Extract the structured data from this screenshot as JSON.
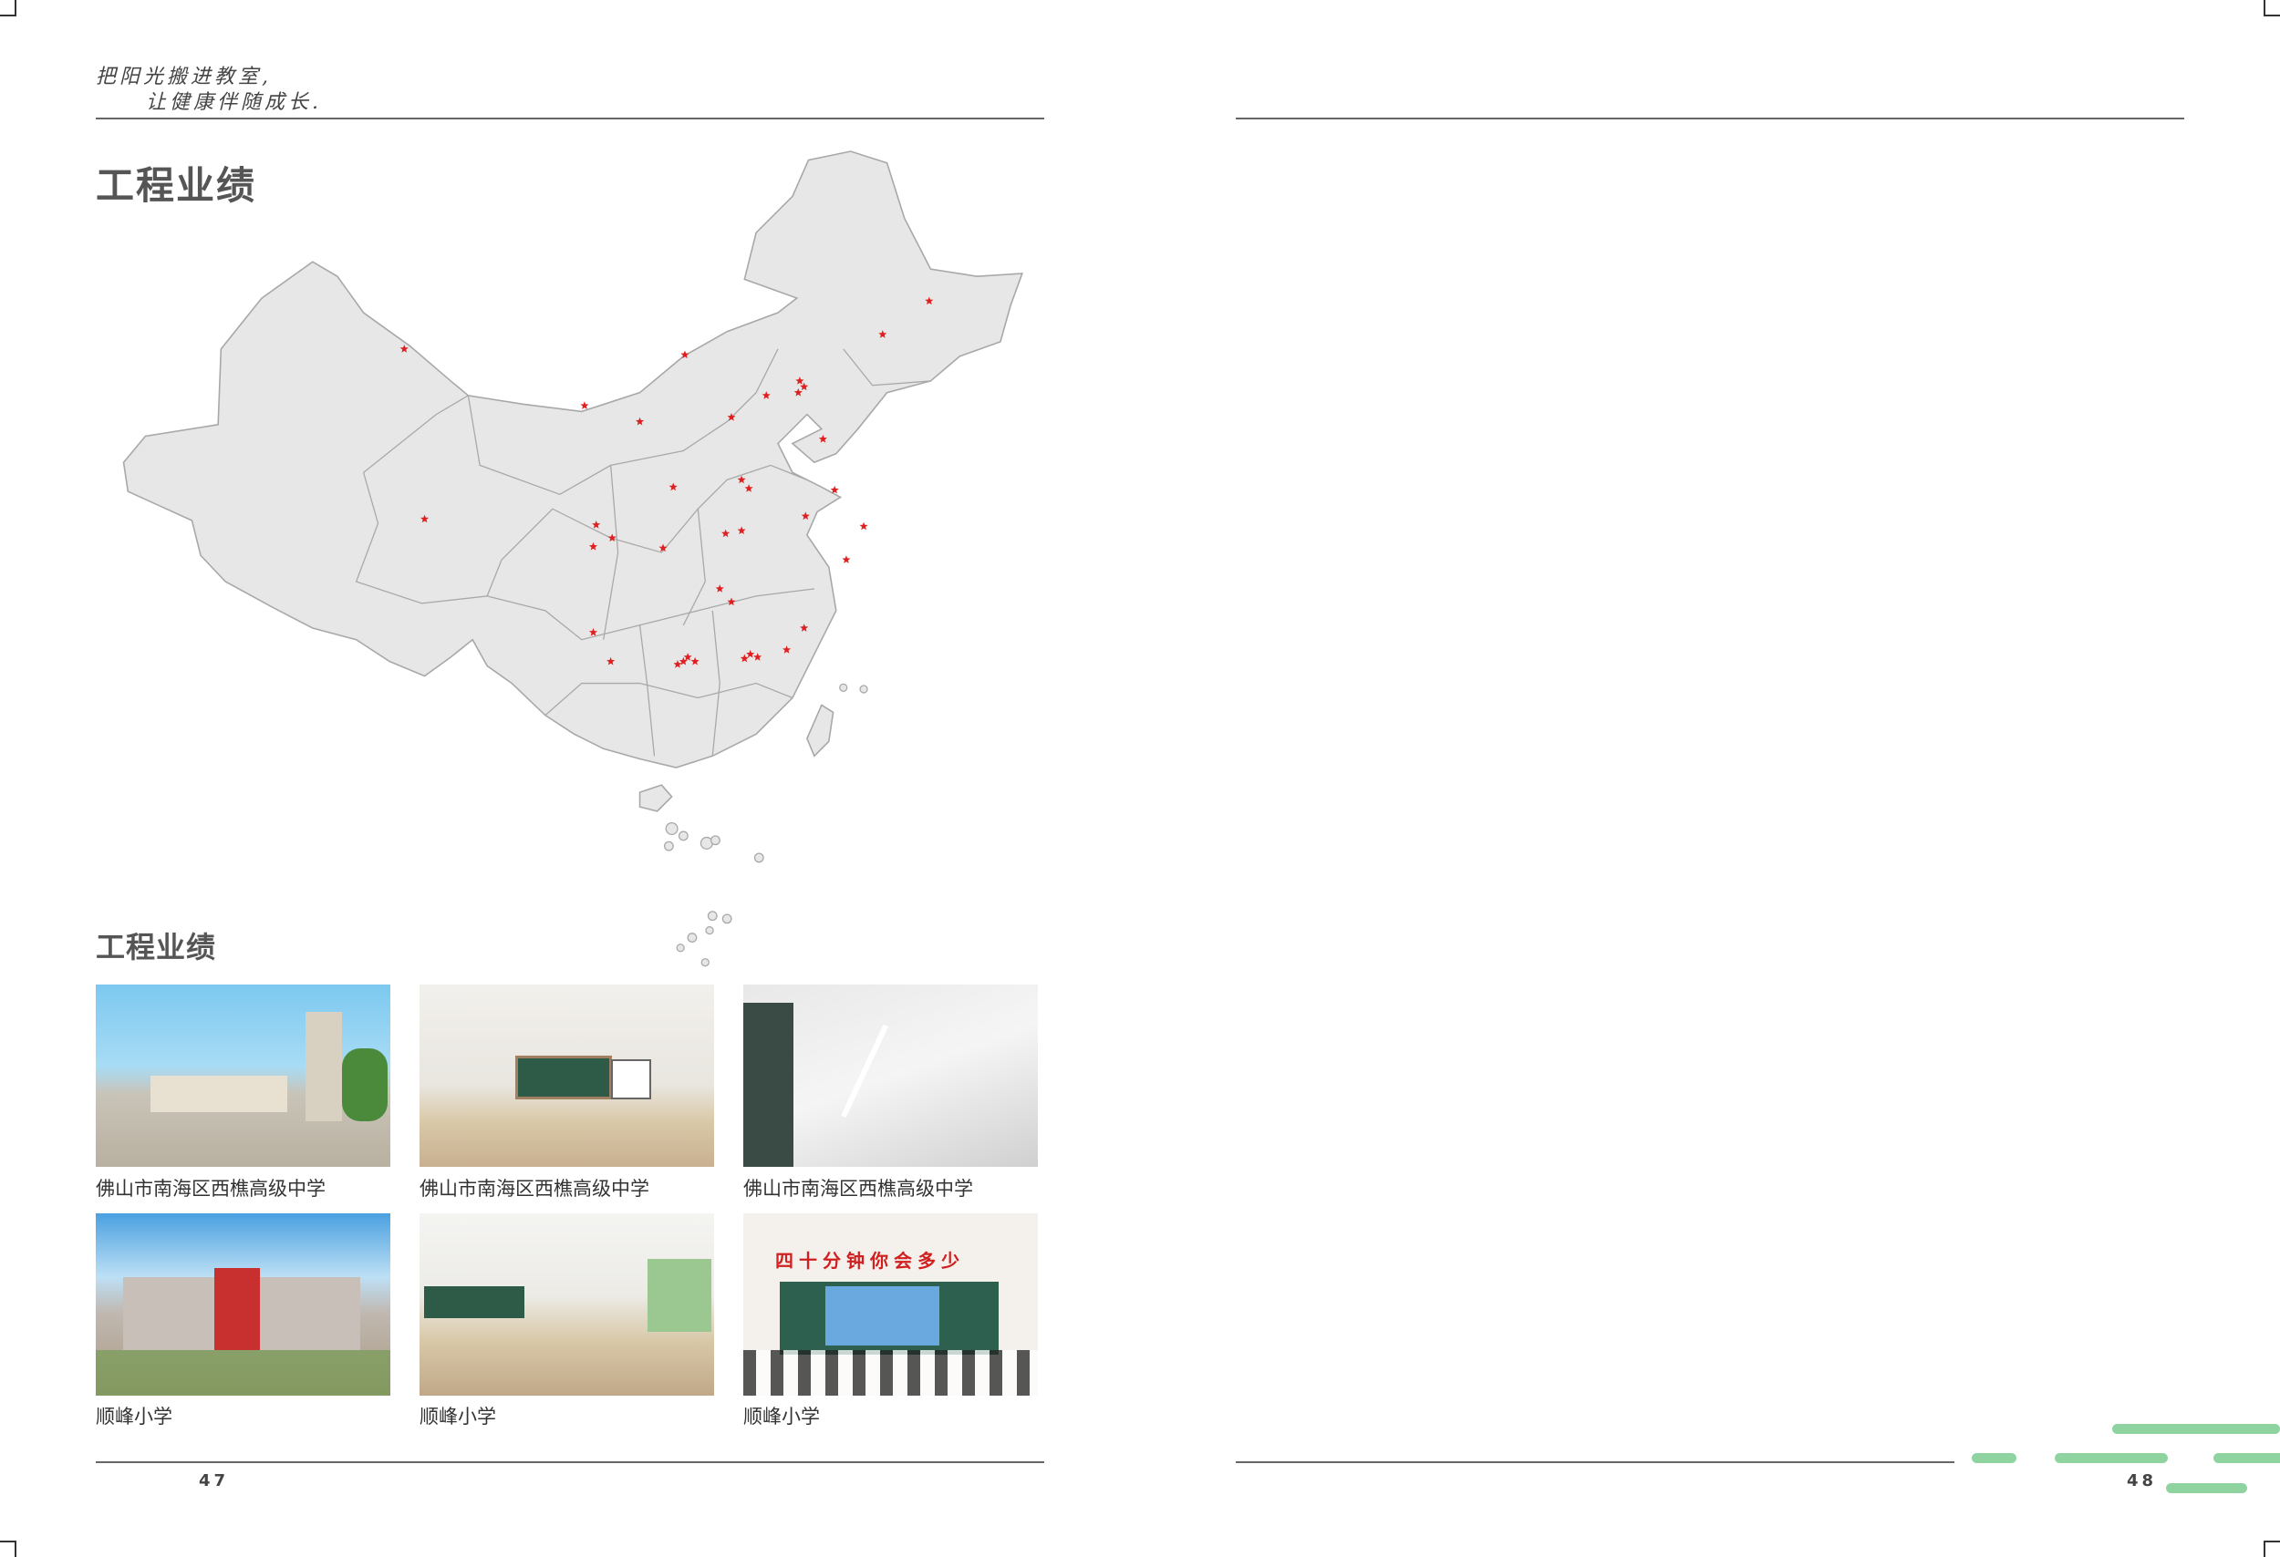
{
  "header": {
    "slogan_line1": "把阳光搬进教室,",
    "slogan_line2": "让健康伴随成长."
  },
  "map_section": {
    "title": "工程业绩",
    "map_icon": "china-map-with-project-stars",
    "marker_color": "#e02020"
  },
  "gallery_section": {
    "title": "工程业绩",
    "photos": [
      {
        "caption": "佛山市南海区西樵高级中学",
        "scene": "campus"
      },
      {
        "caption": "佛山市南海区西樵高级中学",
        "scene": "classroom"
      },
      {
        "caption": "佛山市南海区西樵高级中学",
        "scene": "ceiling"
      },
      {
        "caption": "顺峰小学",
        "scene": "campus"
      },
      {
        "caption": "顺峰小学",
        "scene": "classroom"
      },
      {
        "caption": "顺峰小学",
        "scene": "students"
      }
    ],
    "students_banner": "四十分钟你会多少"
  },
  "footer": {
    "page_left": "47",
    "page_right": "48",
    "accent_color": "#8fd3a0"
  }
}
